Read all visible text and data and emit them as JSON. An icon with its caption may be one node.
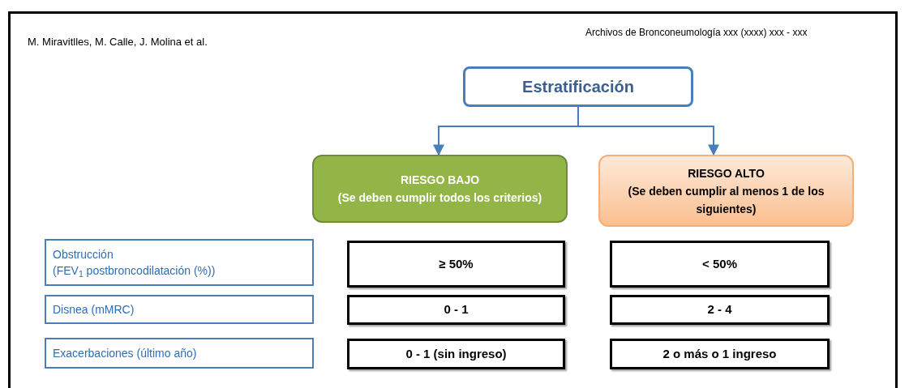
{
  "diagram": {
    "nodes": [
      {
        "text": [
          "Estratificación"
        ]
      },
      {
        "text": [
          "RIESGO BAJO",
          "(Se deben cumplir todos los criterios)"
        ]
      },
      {
        "text": [
          "RIESGO ALTO",
          "(Se deben cumplir al menos 1 de los siguientes)"
        ]
      },
      {
        "text": [
          "Obstrucción",
          "(FEV$_{1}$ postbroncodilatación (%))"
        ]
      },
      {
        "text": [
          "≥ 50%"
        ]
      },
      {
        "text": [
          "< 50%"
        ]
      },
      {
        "text": [
          "Disnea (mMRC)"
        ]
      },
      {
        "text": [
          "0 - 1"
        ]
      },
      {
        "text": [
          "2 - 4"
        ]
      },
      {
        "text": [
          "Exacerbaciones (último año)"
        ]
      },
      {
        "text": [
          "0 - 1 (sin ingreso)"
        ]
      },
      {
        "text": [
          "2 o más o 1 ingreso"
        ]
      }
    ],
    "edges": [
      {
        "from": 0,
        "to": 1,
        "arrow": "to"
      },
      {
        "from": 0,
        "to": 2,
        "arrow": "to"
      }
    ],
    "labels": [
      "M. Miravitlles, M. Calle, J. Molina et al.",
      "Archivos de Bronconeumología xxx (xxxx) xxx - xxx"
    ]
  }
}
